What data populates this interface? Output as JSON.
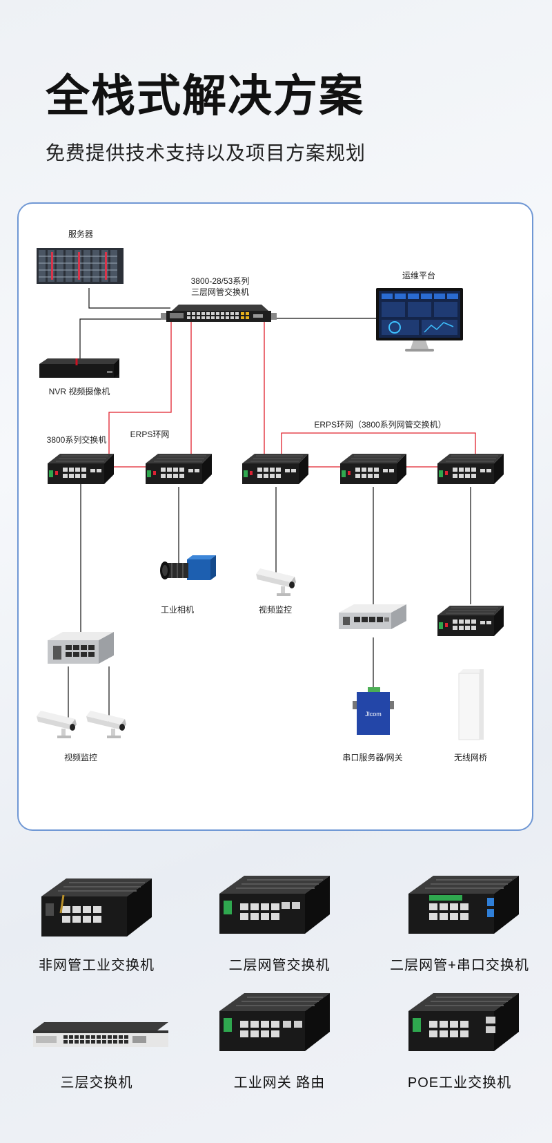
{
  "header": {
    "title": "全栈式解决方案",
    "subtitle": "免费提供技术支持以及项目方案规划"
  },
  "diagram": {
    "labels": {
      "server": "服务器",
      "core_switch_line1": "3800-28/53系列",
      "core_switch_line2": "三层网管交换机",
      "ops_platform": "运维平台",
      "nvr": "NVR 视频摄像机",
      "switch_3800": "3800系列交换机",
      "erps_left": "ERPS环网",
      "erps_right": "ERPS环网（3800系列网管交换机）",
      "industrial_camera": "工业相机",
      "video_monitor_mid": "视频监控",
      "video_monitor_left": "视频监控",
      "serial_gateway": "串口服务器/网关",
      "wireless_bridge": "无线网桥",
      "gateway_brand": "Jlcom"
    },
    "colors": {
      "ring_link": "#e0202c",
      "wire": "#111111",
      "panel_border": "#6f97d4",
      "gateway_blue": "#2346a8"
    }
  },
  "products": [
    {
      "label": "非网管工业交换机"
    },
    {
      "label": "二层网管交换机"
    },
    {
      "label": "二层网管+串口交换机"
    },
    {
      "label": "三层交换机"
    },
    {
      "label": "工业网关 路由"
    },
    {
      "label": "POE工业交换机"
    }
  ]
}
